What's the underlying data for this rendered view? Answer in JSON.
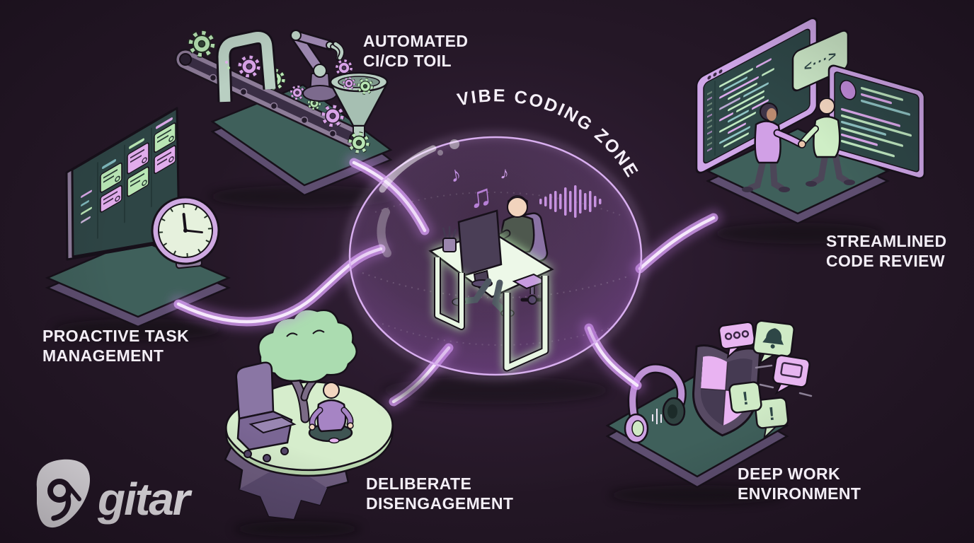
{
  "page": {
    "background": "#241726"
  },
  "center": {
    "title": "VIBE CODING ZONE"
  },
  "labels": {
    "cicd": {
      "line1": "AUTOMATED",
      "line2": "CI/CD TOIL"
    },
    "tasks": {
      "line1": "PROACTIVE TASK",
      "line2": "MANAGEMENT"
    },
    "review": {
      "line1": "STREAMLINED",
      "line2": "CODE REVIEW"
    },
    "disengage": {
      "line1": "DELIBERATE",
      "line2": "DISENGAGEMENT"
    },
    "deepwork": {
      "line1": "DEEP WORK",
      "line2": "ENVIRONMENT"
    }
  },
  "logo": {
    "wordmark": "gitar"
  },
  "icons": {
    "single_note": "♪",
    "beamed_note": "♫",
    "code_chevrons": "<···>",
    "exclamation": "!"
  },
  "colors": {
    "background": "#241726",
    "bubble_glow": "#d9a8f0",
    "mint": "#cfeac6",
    "pink": "#e7b5f0",
    "platform_teal": "#3f605b",
    "label_text": "#f3eef6"
  }
}
